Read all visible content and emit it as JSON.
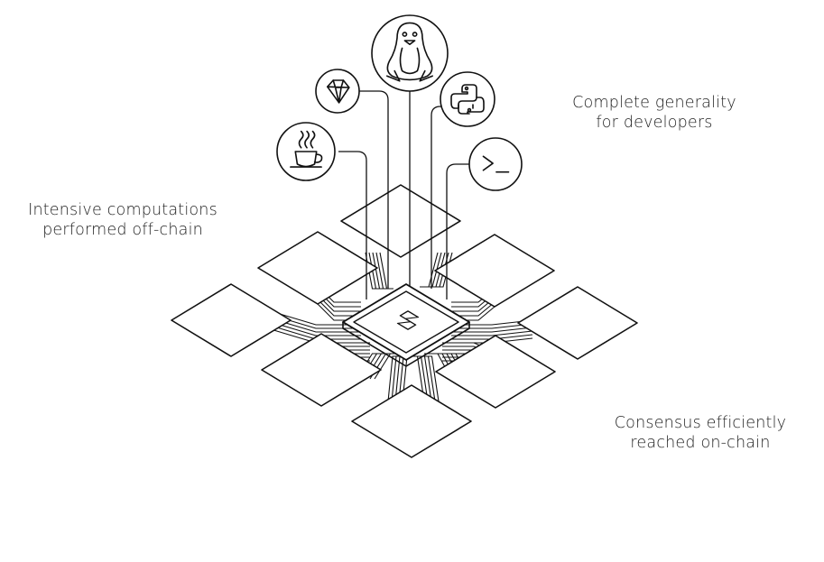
{
  "captions": {
    "developers": [
      "Complete generality",
      "for developers"
    ],
    "offchain": [
      "Intensive computations",
      "performed off-chain"
    ],
    "onchain": [
      "Consensus efficiently",
      "reached on-chain"
    ]
  },
  "icons": [
    {
      "name": "java-icon",
      "depicts": "coffee cup"
    },
    {
      "name": "ruby-icon",
      "depicts": "gem"
    },
    {
      "name": "linux-icon",
      "depicts": "penguin"
    },
    {
      "name": "python-icon",
      "depicts": "python snakes"
    },
    {
      "name": "terminal-icon",
      "depicts": "shell prompt"
    }
  ],
  "center_chip": {
    "name": "cartesi-logo-icon"
  },
  "colors": {
    "stroke": "#111111",
    "background": "#ffffff"
  }
}
